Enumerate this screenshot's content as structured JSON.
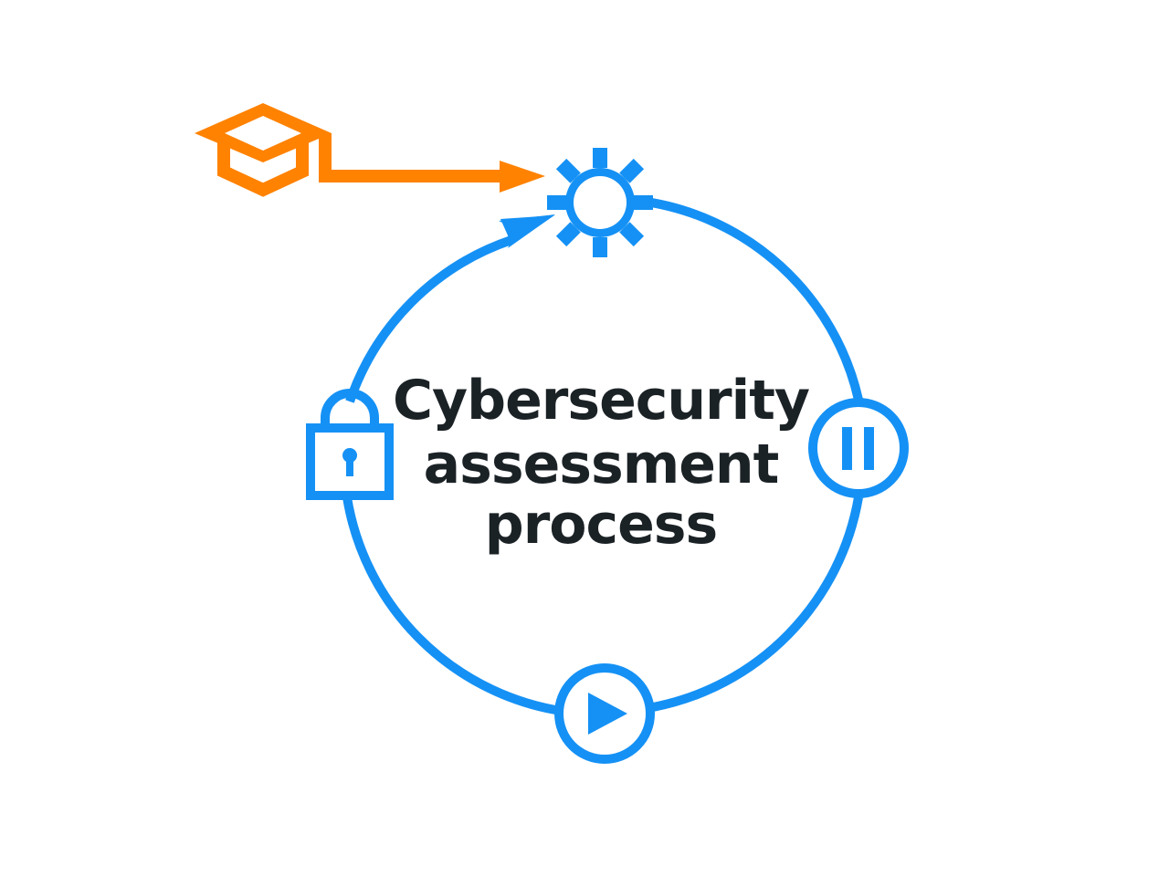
{
  "title": {
    "lines": [
      "Cybersecurity",
      "assessment",
      "process"
    ]
  },
  "colors": {
    "cycle": "#1591f5",
    "input": "#ff8200",
    "text": "#1b2226",
    "background": "#ffffff"
  },
  "nodes": [
    {
      "id": "configure",
      "icon": "gear-icon",
      "position": "top"
    },
    {
      "id": "pause",
      "icon": "pause-icon",
      "position": "right"
    },
    {
      "id": "run",
      "icon": "play-icon",
      "position": "bottom"
    },
    {
      "id": "secure",
      "icon": "lock-icon",
      "position": "left"
    }
  ],
  "input": {
    "icon": "graduation-cap-icon",
    "target": "configure"
  }
}
